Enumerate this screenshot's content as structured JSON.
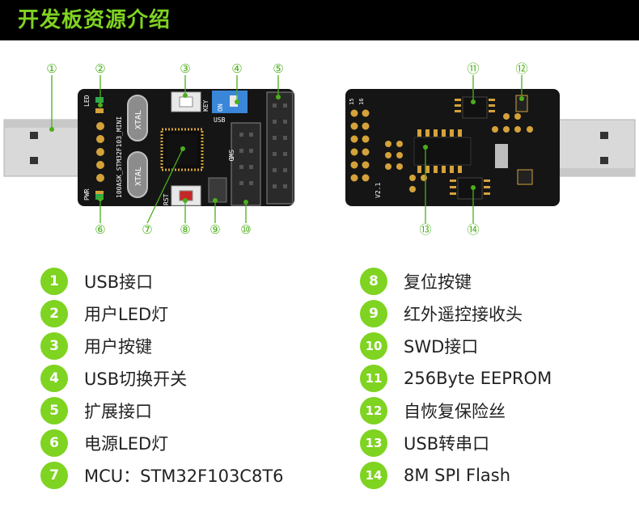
{
  "header": {
    "title": "开发板资源介绍"
  },
  "colors": {
    "accent": "#7fd321",
    "header_bg": "#000000",
    "pcb": "#151515"
  },
  "board_front": {
    "silk_labels": {
      "led": "LED",
      "key": "KEY",
      "usb": "USB",
      "on": "ON",
      "swd": "SWD",
      "rst": "RST",
      "pwr": "PWR",
      "model": "100ASK_STM32F103_MINI",
      "xtal1": "XTAL",
      "xtal2": "XTAL"
    },
    "callouts": [
      "①",
      "②",
      "③",
      "④",
      "⑤",
      "⑥",
      "⑦",
      "⑧",
      "⑨",
      "⑩"
    ]
  },
  "board_back": {
    "silk_labels": {
      "ver": "V2.1",
      "pin16": "16",
      "pin15": "15"
    },
    "callouts": [
      "⑪",
      "⑫",
      "⑬",
      "⑭"
    ]
  },
  "legend_left": [
    {
      "num": "1",
      "label": "USB接口"
    },
    {
      "num": "2",
      "label": "用户LED灯"
    },
    {
      "num": "3",
      "label": "用户按键"
    },
    {
      "num": "4",
      "label": "USB切换开关"
    },
    {
      "num": "5",
      "label": "扩展接口"
    },
    {
      "num": "6",
      "label": "电源LED灯"
    },
    {
      "num": "7",
      "label": "MCU：STM32F103C8T6"
    }
  ],
  "legend_right": [
    {
      "num": "8",
      "label": "复位按键"
    },
    {
      "num": "9",
      "label": "红外遥控接收头"
    },
    {
      "num": "10",
      "label": "SWD接口"
    },
    {
      "num": "11",
      "label": "256Byte EEPROM"
    },
    {
      "num": "12",
      "label": "自恢复保险丝"
    },
    {
      "num": "13",
      "label": "USB转串口"
    },
    {
      "num": "14",
      "label": "8M SPI Flash"
    }
  ]
}
